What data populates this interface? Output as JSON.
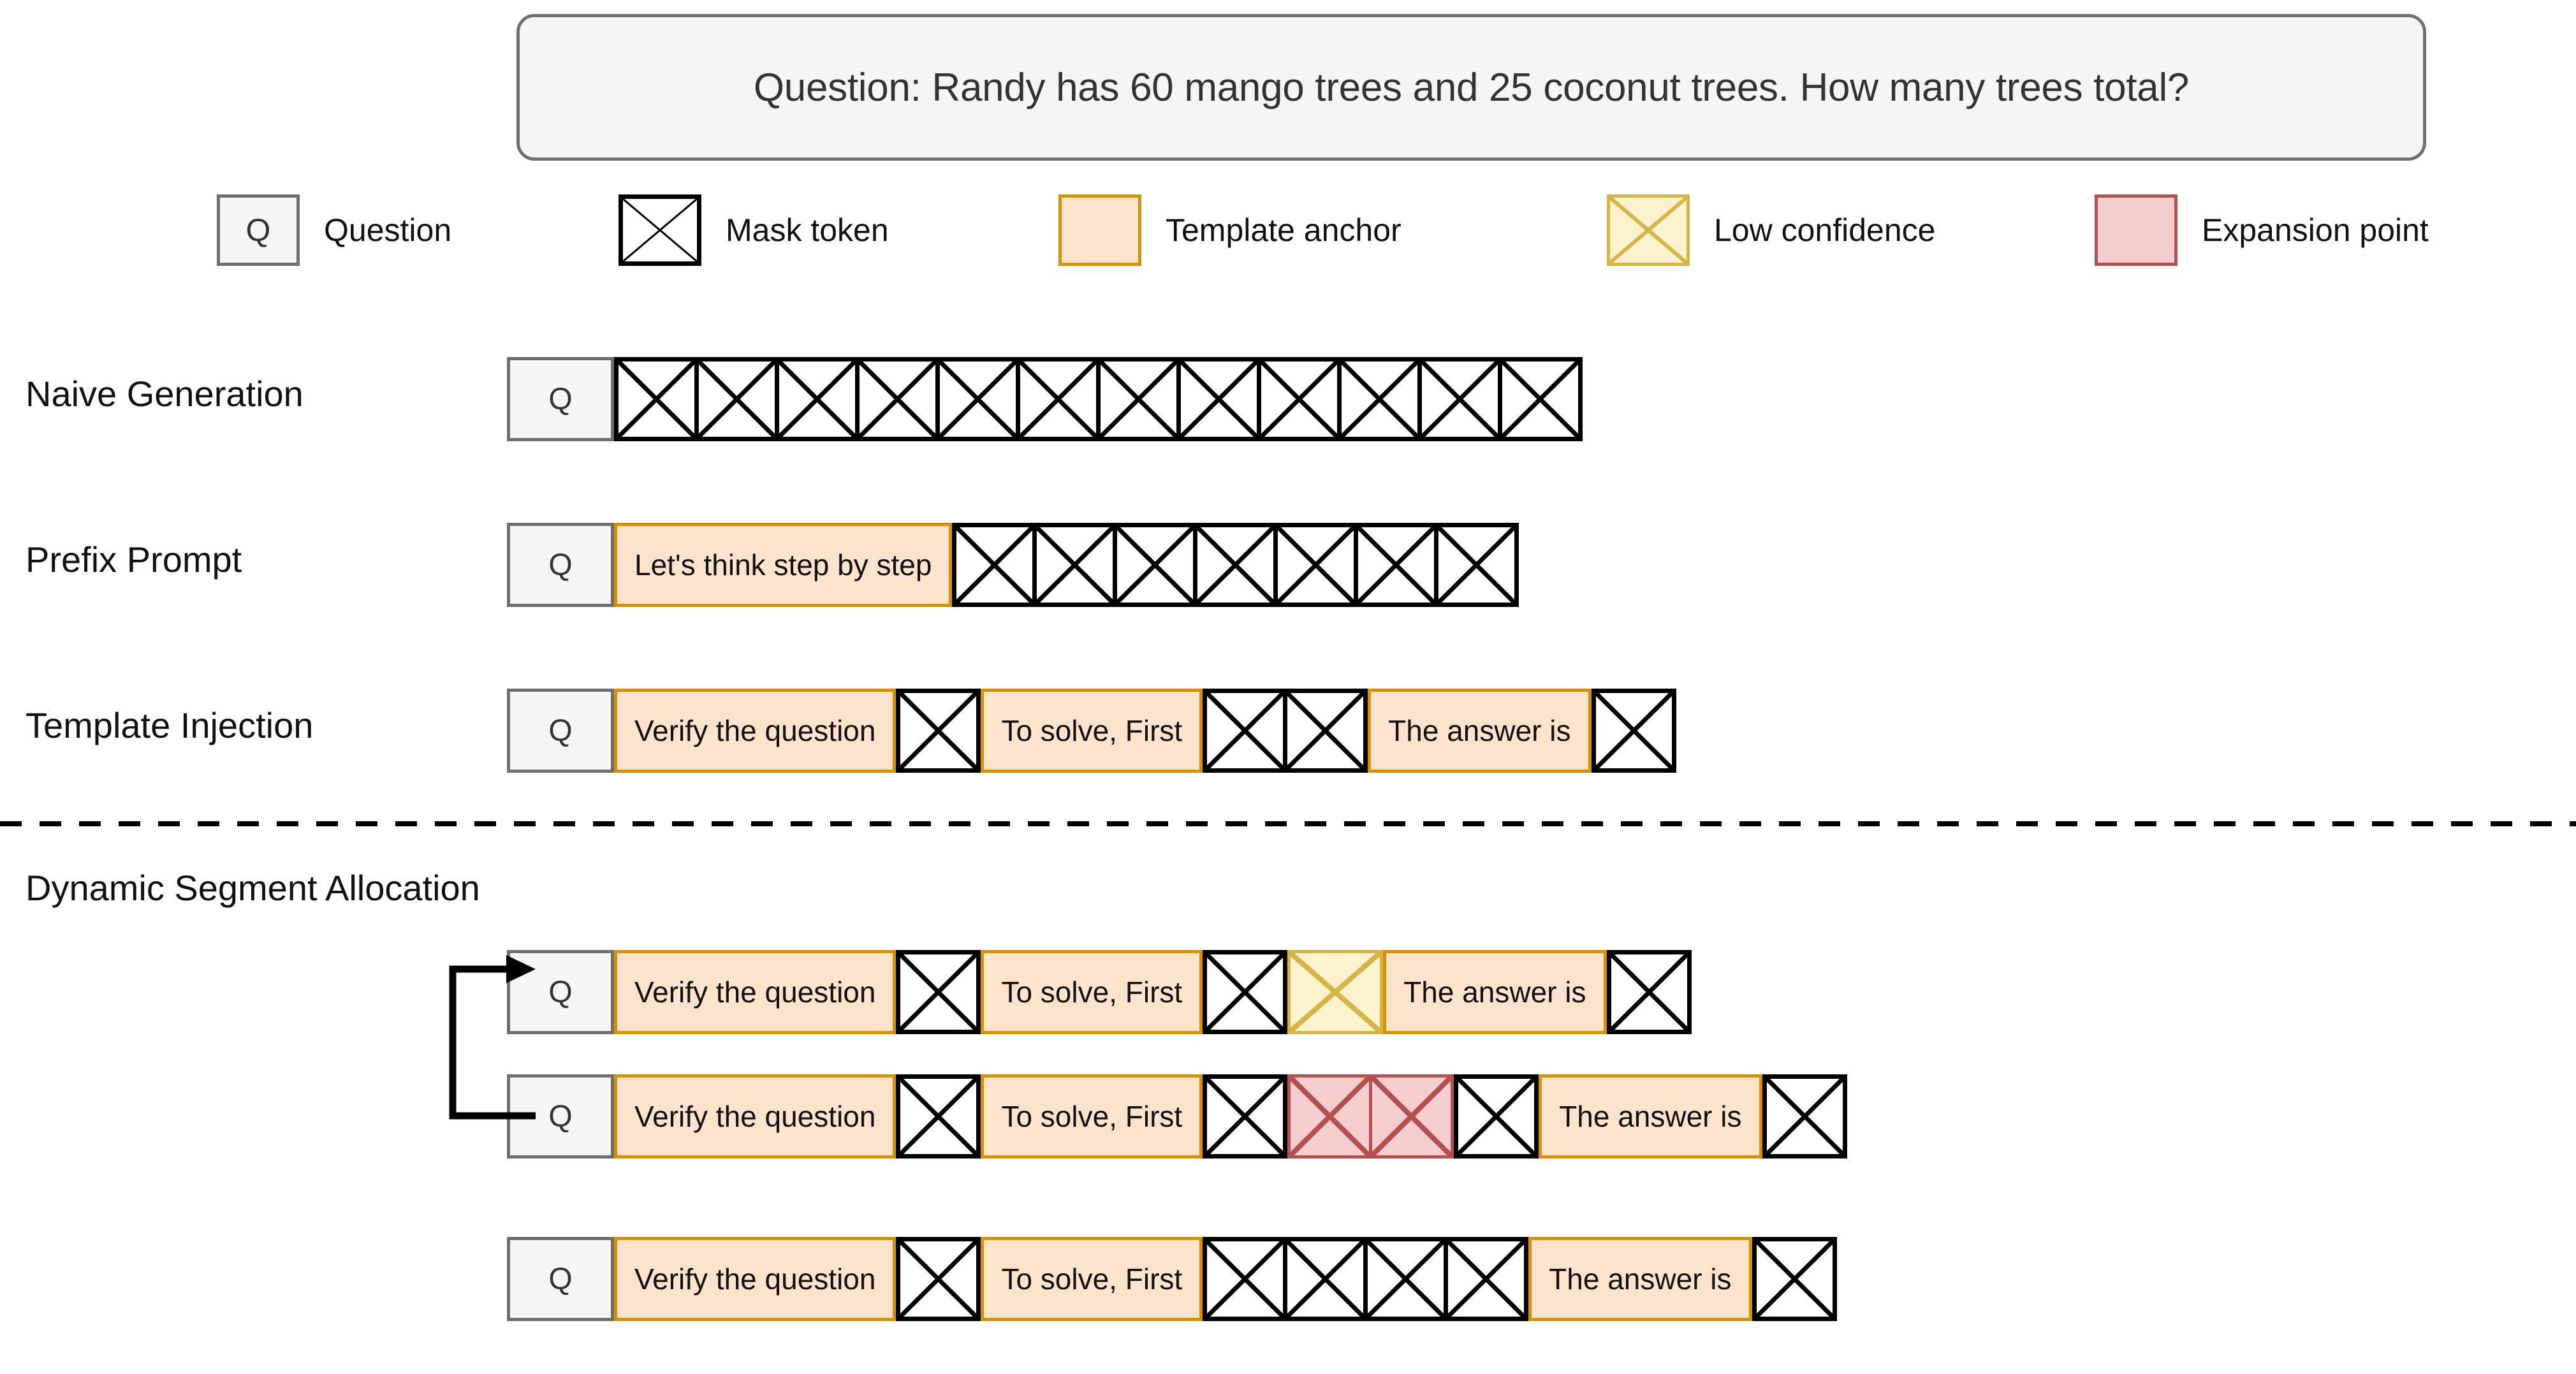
{
  "question": {
    "text": "Question: Randy has 60 mango trees and 25 coconut trees. How many trees total?"
  },
  "legend": {
    "items": [
      {
        "kind": "question",
        "glyph": "Q",
        "label": "Question"
      },
      {
        "kind": "mask",
        "label": "Mask token"
      },
      {
        "kind": "anchor",
        "label": "Template anchor"
      },
      {
        "kind": "lowconf",
        "label": "Low confidence"
      },
      {
        "kind": "expand",
        "label": "Expansion point"
      }
    ]
  },
  "section_label": "Dynamic Segment Allocation",
  "rows": [
    {
      "label": "Naive Generation",
      "cells": [
        {
          "type": "question",
          "text": "Q"
        },
        {
          "type": "mask"
        },
        {
          "type": "mask"
        },
        {
          "type": "mask"
        },
        {
          "type": "mask"
        },
        {
          "type": "mask"
        },
        {
          "type": "mask"
        },
        {
          "type": "mask"
        },
        {
          "type": "mask"
        },
        {
          "type": "mask"
        },
        {
          "type": "mask"
        },
        {
          "type": "mask"
        },
        {
          "type": "mask"
        }
      ]
    },
    {
      "label": "Prefix Prompt",
      "cells": [
        {
          "type": "question",
          "text": "Q"
        },
        {
          "type": "anchor",
          "text": "Let's think step by step"
        },
        {
          "type": "mask"
        },
        {
          "type": "mask"
        },
        {
          "type": "mask"
        },
        {
          "type": "mask"
        },
        {
          "type": "mask"
        },
        {
          "type": "mask"
        },
        {
          "type": "mask"
        }
      ]
    },
    {
      "label": "Template Injection",
      "cells": [
        {
          "type": "question",
          "text": "Q"
        },
        {
          "type": "anchor",
          "text": "Verify the question"
        },
        {
          "type": "mask"
        },
        {
          "type": "anchor",
          "text": "To solve, First"
        },
        {
          "type": "mask"
        },
        {
          "type": "mask"
        },
        {
          "type": "anchor",
          "text": "The answer is"
        },
        {
          "type": "mask"
        }
      ]
    }
  ],
  "dsa_rows": [
    {
      "cells": [
        {
          "type": "question",
          "text": "Q"
        },
        {
          "type": "anchor",
          "text": "Verify the question"
        },
        {
          "type": "mask"
        },
        {
          "type": "anchor",
          "text": "To solve, First"
        },
        {
          "type": "mask"
        },
        {
          "type": "lowconf"
        },
        {
          "type": "anchor",
          "text": "The answer is"
        },
        {
          "type": "mask"
        }
      ]
    },
    {
      "cells": [
        {
          "type": "question",
          "text": "Q"
        },
        {
          "type": "anchor",
          "text": "Verify the question"
        },
        {
          "type": "mask"
        },
        {
          "type": "anchor",
          "text": "To solve, First"
        },
        {
          "type": "mask"
        },
        {
          "type": "expand"
        },
        {
          "type": "expand"
        },
        {
          "type": "mask"
        },
        {
          "type": "anchor",
          "text": "The answer is"
        },
        {
          "type": "mask"
        }
      ]
    },
    {
      "cells": [
        {
          "type": "question",
          "text": "Q"
        },
        {
          "type": "anchor",
          "text": "Verify the question"
        },
        {
          "type": "mask"
        },
        {
          "type": "anchor",
          "text": "To solve, First"
        },
        {
          "type": "mask"
        },
        {
          "type": "mask"
        },
        {
          "type": "mask"
        },
        {
          "type": "mask"
        },
        {
          "type": "anchor",
          "text": "The answer is"
        },
        {
          "type": "mask"
        }
      ]
    }
  ],
  "colors": {
    "anchor_fill": "#fce3cc",
    "anchor_border": "#d99100",
    "lowconf_fill": "#fcf3ce",
    "lowconf_border": "#d6b445",
    "expand_fill": "#f7cece",
    "expand_border": "#b5504e",
    "question_fill": "#f5f5f5",
    "question_border": "#6f6f6f",
    "mask_border": "#000000"
  }
}
